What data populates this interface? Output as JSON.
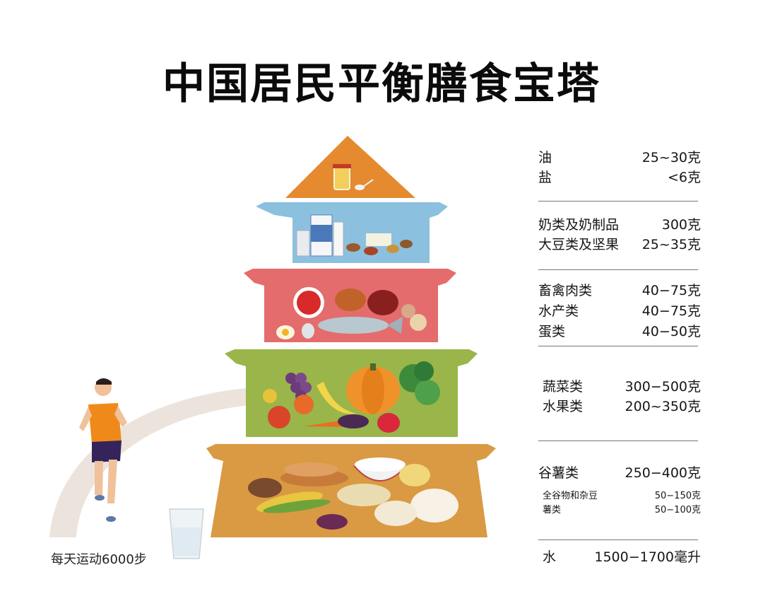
{
  "title": "中国居民平衡膳食宝塔",
  "layers": [
    {
      "id": "oil-salt",
      "color": "#e58a2e",
      "items": [
        {
          "name": "油",
          "amount": "25~30克"
        },
        {
          "name": "盐",
          "amount": "<6克"
        }
      ]
    },
    {
      "id": "dairy-soy-nuts",
      "color": "#8cc0df",
      "items": [
        {
          "name": "奶类及奶制品",
          "amount": "300克"
        },
        {
          "name": "大豆类及坚果",
          "amount": "25~35克"
        }
      ]
    },
    {
      "id": "meat-fish-eggs",
      "color": "#e46c6c",
      "items": [
        {
          "name": "畜禽肉类",
          "amount": "40−75克"
        },
        {
          "name": "水产类",
          "amount": "40−75克"
        },
        {
          "name": "蛋类",
          "amount": "40−50克"
        }
      ]
    },
    {
      "id": "vegetables-fruits",
      "color": "#9ab54a",
      "items": [
        {
          "name": "蔬菜类",
          "amount": "300−500克"
        },
        {
          "name": "水果类",
          "amount": "200~350克"
        }
      ]
    },
    {
      "id": "grains-tubers",
      "color": "#d99a43",
      "items": [
        {
          "name": "谷薯类",
          "amount": "250−400克"
        }
      ],
      "subitems": [
        {
          "name": "全谷物和杂豆",
          "amount": "50−150克"
        },
        {
          "name": "薯类",
          "amount": "50−100克"
        }
      ]
    }
  ],
  "water": {
    "name": "水",
    "amount": "1500−1700毫升"
  },
  "exercise": {
    "caption": "每天运动6000步"
  },
  "icons": [
    "oil-bottle-icon",
    "salt-spoon-icon",
    "milk-carton-icon",
    "nuts-icon",
    "meat-icon",
    "fish-icon",
    "egg-icon",
    "grapes-icon",
    "pumpkin-icon",
    "banana-icon",
    "broccoli-icon",
    "carrot-icon",
    "bread-icon",
    "rice-bowl-icon",
    "steamed-bun-icon",
    "corn-icon",
    "runner-figure",
    "water-glass-icon"
  ]
}
